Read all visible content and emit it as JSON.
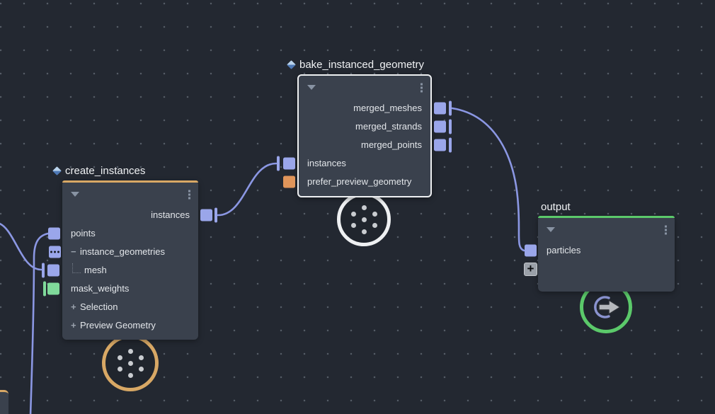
{
  "colors": {
    "background": "#232831",
    "node_body": "#3a414d",
    "wire": "#8b97e3",
    "port_blue": "#9aa6ea",
    "port_green": "#7fd99a",
    "port_orange": "#e0955a",
    "accent_orange": "#d8a865",
    "accent_green": "#5bc96a",
    "selection_white": "#eef0f2"
  },
  "nodes": {
    "create": {
      "title": "create_instances",
      "outputs": [
        {
          "label": "instances"
        }
      ],
      "inputs": [
        {
          "label": "points"
        },
        {
          "label": "instance_geometries",
          "prefix": "−"
        },
        {
          "label": "mesh"
        },
        {
          "label": "mask_weights"
        },
        {
          "label": "Selection",
          "prefix": "+"
        },
        {
          "label": "Preview Geometry",
          "prefix": "+"
        }
      ]
    },
    "bake": {
      "title": "bake_instanced_geometry",
      "outputs": [
        {
          "label": "merged_meshes"
        },
        {
          "label": "merged_strands"
        },
        {
          "label": "merged_points"
        }
      ],
      "inputs": [
        {
          "label": "instances"
        },
        {
          "label": "prefer_preview_geometry"
        }
      ]
    },
    "output": {
      "title": "output",
      "inputs": [
        {
          "label": "particles"
        }
      ],
      "add_button": "+"
    }
  }
}
